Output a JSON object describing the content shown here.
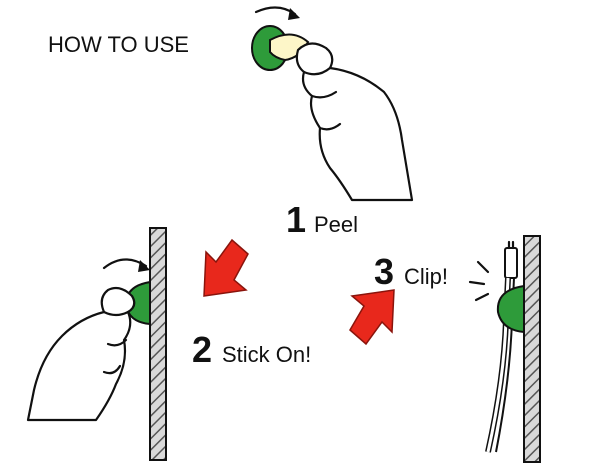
{
  "header": {
    "title": "HOW TO USE"
  },
  "steps": [
    {
      "number": "1",
      "label": "Peel"
    },
    {
      "number": "2",
      "label": "Stick On!"
    },
    {
      "number": "3",
      "label": "Clip!"
    }
  ],
  "colors": {
    "clip_green": "#2e9b3a",
    "adhesive_cream": "#fdf6c8",
    "arrow_red": "#e8281c",
    "wall_hatch": "#555555",
    "line": "#111111"
  }
}
